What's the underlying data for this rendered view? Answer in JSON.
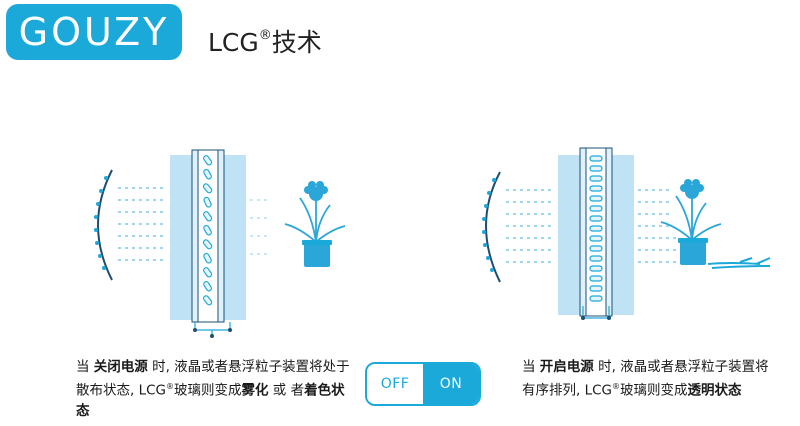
{
  "header": {
    "logo_text": "GOUZY",
    "title_main": "LCG",
    "title_reg": "®",
    "title_suffix": "技术"
  },
  "toggle": {
    "off_label": "OFF",
    "on_label": "ON",
    "state": "on"
  },
  "captions": {
    "off": {
      "prefix": "当 ",
      "bold1": "关闭电源",
      "mid1": " 时, 液晶或者悬浮粒子装置将处于散布状态, LCG",
      "reg": "®",
      "mid2": "玻璃则变成",
      "bold2": "雾化",
      "mid3": " 或 者",
      "bold3": "着色状态"
    },
    "on": {
      "prefix": "当 ",
      "bold1": "开启电源",
      "mid1": " 时, 液晶或者悬浮粒子装置将有序排列, LCG",
      "reg": "®",
      "mid2": "玻璃则变成",
      "bold2": "透明状态"
    }
  },
  "colors": {
    "brand": "#1ba9d9",
    "glass": "#bfe3f5",
    "dark": "#1d4f73",
    "plant": "#2aa7d8"
  }
}
